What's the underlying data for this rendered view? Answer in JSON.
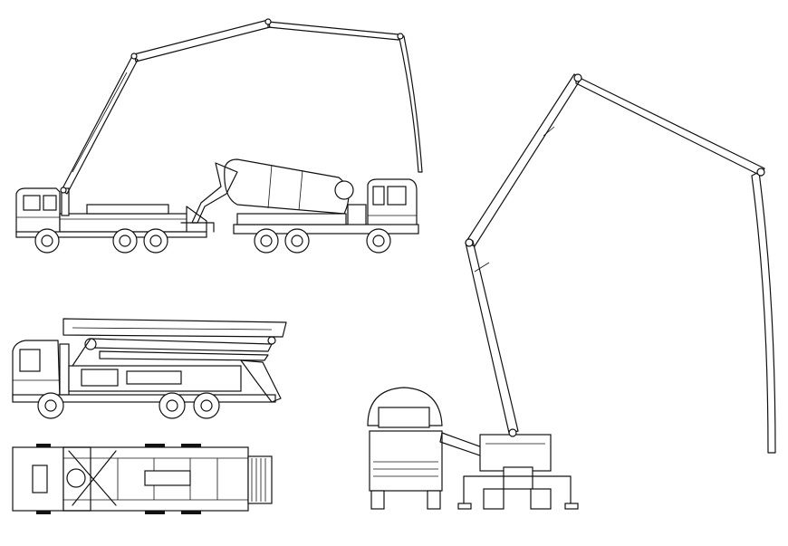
{
  "drawing": {
    "views": [
      {
        "id": "side-view-pump-and-mixer"
      },
      {
        "id": "side-view-pump-truck-folded"
      },
      {
        "id": "top-view-pump-truck"
      },
      {
        "id": "rear-view-pump-and-mixer"
      }
    ],
    "colors": {
      "line": "#111111",
      "background": "#ffffff"
    }
  }
}
